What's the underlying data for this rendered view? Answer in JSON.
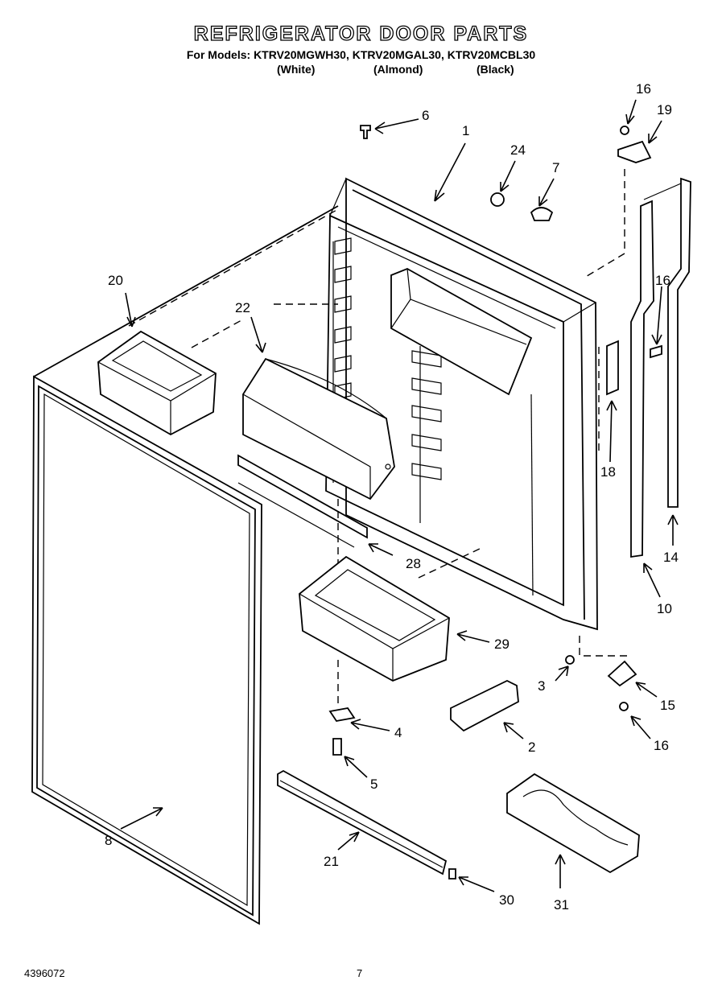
{
  "header": {
    "title": "REFRIGERATOR DOOR PARTS",
    "models": "For Models: KTRV20MGWH30, KTRV20MGAL30, KTRV20MCBL30",
    "variants": [
      "(White)",
      "(Almond)",
      "(Black)"
    ]
  },
  "callouts": [
    {
      "id": "1",
      "label": "1"
    },
    {
      "id": "2",
      "label": "2"
    },
    {
      "id": "3",
      "label": "3"
    },
    {
      "id": "4",
      "label": "4"
    },
    {
      "id": "5",
      "label": "5"
    },
    {
      "id": "6",
      "label": "6"
    },
    {
      "id": "7",
      "label": "7"
    },
    {
      "id": "8",
      "label": "8"
    },
    {
      "id": "10",
      "label": "10"
    },
    {
      "id": "14",
      "label": "14"
    },
    {
      "id": "15",
      "label": "15"
    },
    {
      "id": "16a",
      "label": "16"
    },
    {
      "id": "16b",
      "label": "16"
    },
    {
      "id": "16c",
      "label": "16"
    },
    {
      "id": "18",
      "label": "18"
    },
    {
      "id": "19",
      "label": "19"
    },
    {
      "id": "20",
      "label": "20"
    },
    {
      "id": "21",
      "label": "21"
    },
    {
      "id": "22",
      "label": "22"
    },
    {
      "id": "24",
      "label": "24"
    },
    {
      "id": "28",
      "label": "28"
    },
    {
      "id": "29",
      "label": "29"
    },
    {
      "id": "30",
      "label": "30"
    },
    {
      "id": "31",
      "label": "31"
    }
  ],
  "footer": {
    "doc_number": "4396072",
    "page": "7"
  }
}
